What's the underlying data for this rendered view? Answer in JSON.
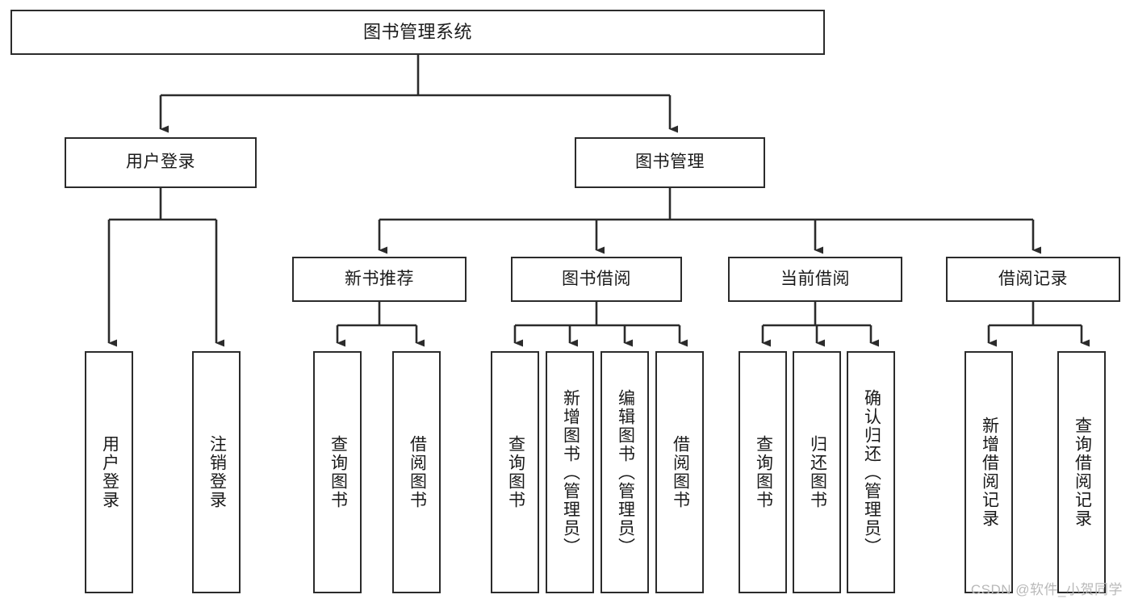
{
  "diagram": {
    "type": "tree",
    "title": "图书管理系统",
    "watermark": "CSDN @软件_小贺同学",
    "colors": {
      "stroke": "#2b2b2b",
      "fill": "#ffffff",
      "text": "#1a1a1a",
      "watermark": "#b9b9b9"
    },
    "nodes": {
      "root": {
        "label": "图书管理系统"
      },
      "level2": [
        {
          "id": "user-login",
          "label": "用户登录"
        },
        {
          "id": "book-manage",
          "label": "图书管理"
        }
      ],
      "level3": [
        {
          "id": "new-book-recommend",
          "label": "新书推荐"
        },
        {
          "id": "book-borrow",
          "label": "图书借阅"
        },
        {
          "id": "current-borrow",
          "label": "当前借阅"
        },
        {
          "id": "borrow-record",
          "label": "借阅记录"
        }
      ],
      "leaves": {
        "user-login": [
          {
            "id": "leaf-user-login",
            "label": "用户登录"
          },
          {
            "id": "leaf-logout-login",
            "label": "注销登录"
          }
        ],
        "new-book-recommend": [
          {
            "id": "leaf-query-book-1",
            "label": "查询图书"
          },
          {
            "id": "leaf-borrow-book-1",
            "label": "借阅图书"
          }
        ],
        "book-borrow": [
          {
            "id": "leaf-query-book-2",
            "label": "查询图书"
          },
          {
            "id": "leaf-add-book",
            "label": "新增图书（管理员）"
          },
          {
            "id": "leaf-edit-book",
            "label": "编辑图书（管理员）"
          },
          {
            "id": "leaf-borrow-book-2",
            "label": "借阅图书"
          }
        ],
        "current-borrow": [
          {
            "id": "leaf-query-book-3",
            "label": "查询图书"
          },
          {
            "id": "leaf-return-book",
            "label": "归还图书"
          },
          {
            "id": "leaf-confirm-return",
            "label": "确认归还（管理员）"
          }
        ],
        "borrow-record": [
          {
            "id": "leaf-add-record",
            "label": "新增借阅记录"
          },
          {
            "id": "leaf-query-record",
            "label": "查询借阅记录"
          }
        ]
      }
    }
  }
}
